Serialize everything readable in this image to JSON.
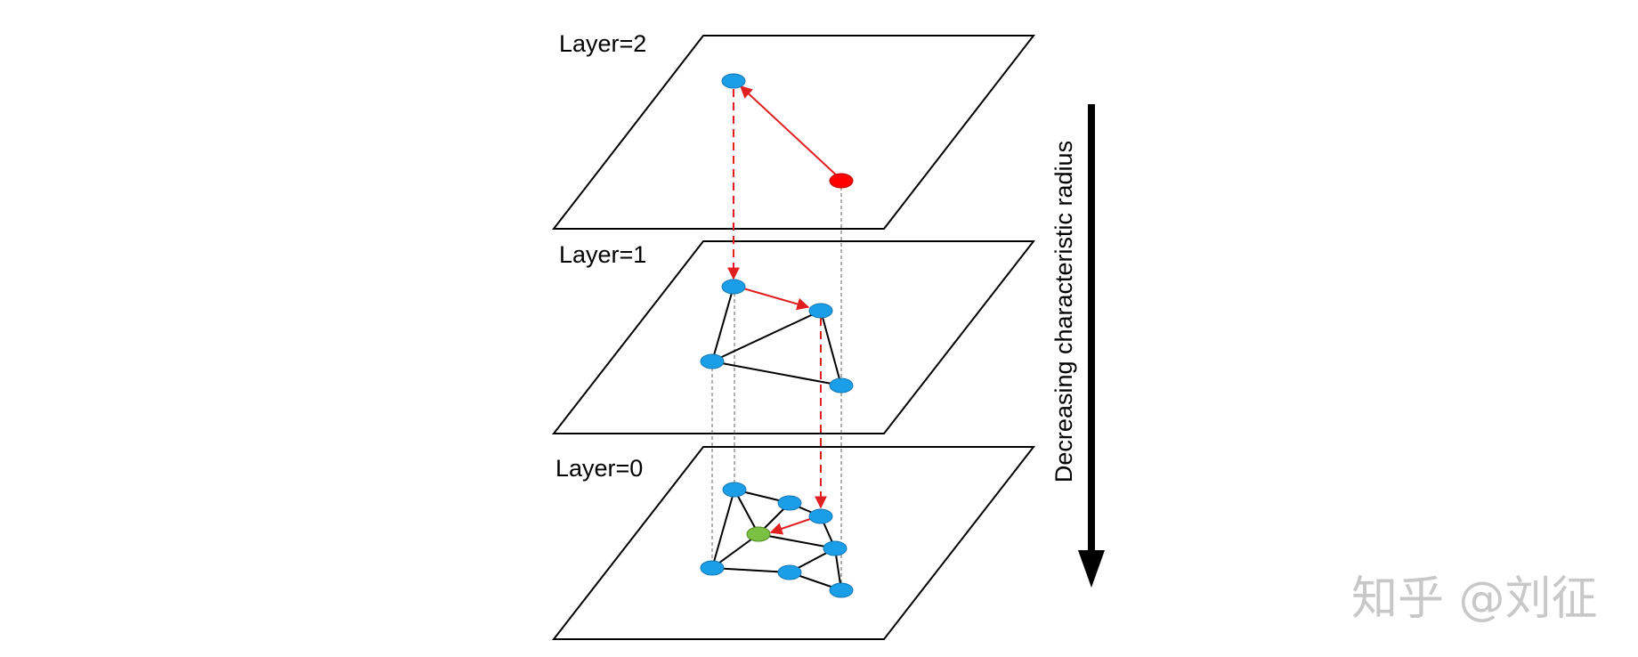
{
  "layers": [
    {
      "label": "Layer=2"
    },
    {
      "label": "Layer=1"
    },
    {
      "label": "Layer=0"
    }
  ],
  "axis": {
    "label": "Decreasing characteristic radius"
  },
  "watermark": "知乎 @刘征",
  "colors": {
    "node": "#1a9ee8",
    "entry_node": "#ff0000",
    "target_node": "#7ac142",
    "search_path": "#e02020",
    "edge": "#000000",
    "projection": "#666666",
    "plane": "#000000"
  }
}
